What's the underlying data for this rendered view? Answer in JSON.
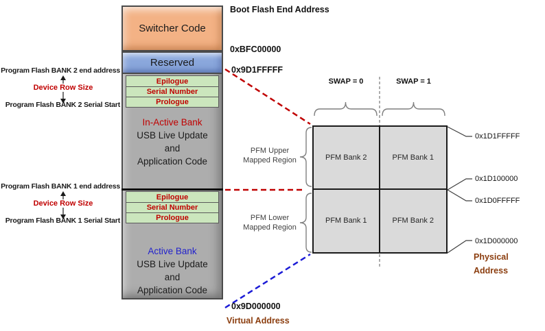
{
  "stack": {
    "switcher_label": "Switcher Code",
    "reserved_label": "Reserved",
    "bank2_rows": [
      "Epilogue",
      "Serial Number",
      "Prologue"
    ],
    "inactive_bank": {
      "title": "In-Active Bank",
      "line1": "USB Live Update",
      "line2": "and",
      "line3": "Application Code"
    },
    "bank1_rows": [
      "Epilogue",
      "Serial Number",
      "Prologue"
    ],
    "active_bank": {
      "title": "Active Bank",
      "line1": "USB Live Update",
      "line2": "and",
      "line3": "Application Code"
    }
  },
  "annotations_left": {
    "bank2_end": "Program Flash BANK 2 end address",
    "bank2_row_size": "Device Row Size",
    "bank2_serial_start": "Program Flash BANK 2 Serial Start",
    "bank1_end": "Program Flash BANK 1 end address",
    "bank1_row_size": "Device Row Size",
    "bank1_serial_start": "Program Flash BANK 1 Serial Start"
  },
  "virtual_addresses": {
    "boot_flash_end_label": "Boot Flash End Address",
    "boot_flash_end": "0xBFC00000",
    "bank2_end": "0x9D1FFFFF",
    "base": "0x9D000000",
    "axis_label": "Virtual Address"
  },
  "swap_table": {
    "headers": [
      "SWAP = 0",
      "SWAP = 1"
    ],
    "upper_region_label": {
      "line1": "PFM Upper",
      "line2": "Mapped Region"
    },
    "lower_region_label": {
      "line1": "PFM Lower",
      "line2": "Mapped Region"
    },
    "cells": {
      "upper_swap0": "PFM Bank 2",
      "upper_swap1": "PFM Bank 1",
      "lower_swap0": "PFM Bank 1",
      "lower_swap1": "PFM Bank 2"
    }
  },
  "physical_addresses": {
    "upper_end": "0x1D1FFFFF",
    "upper_start": "0x1D100000",
    "lower_end": "0x1D0FFFFF",
    "base": "0x1D000000",
    "axis_label": {
      "line1": "Physical",
      "line2": "Address"
    }
  },
  "colors": {
    "red_accent": "#C00000",
    "blue_accent": "#2222CC",
    "brown_accent": "#8B3D0E",
    "switcher_fill": "#F3B285",
    "reserved_fill": "#8AA7DC",
    "stack_fill": "#ADADAD",
    "green_fill": "#CBE6BD",
    "table_fill": "#DADADA"
  }
}
